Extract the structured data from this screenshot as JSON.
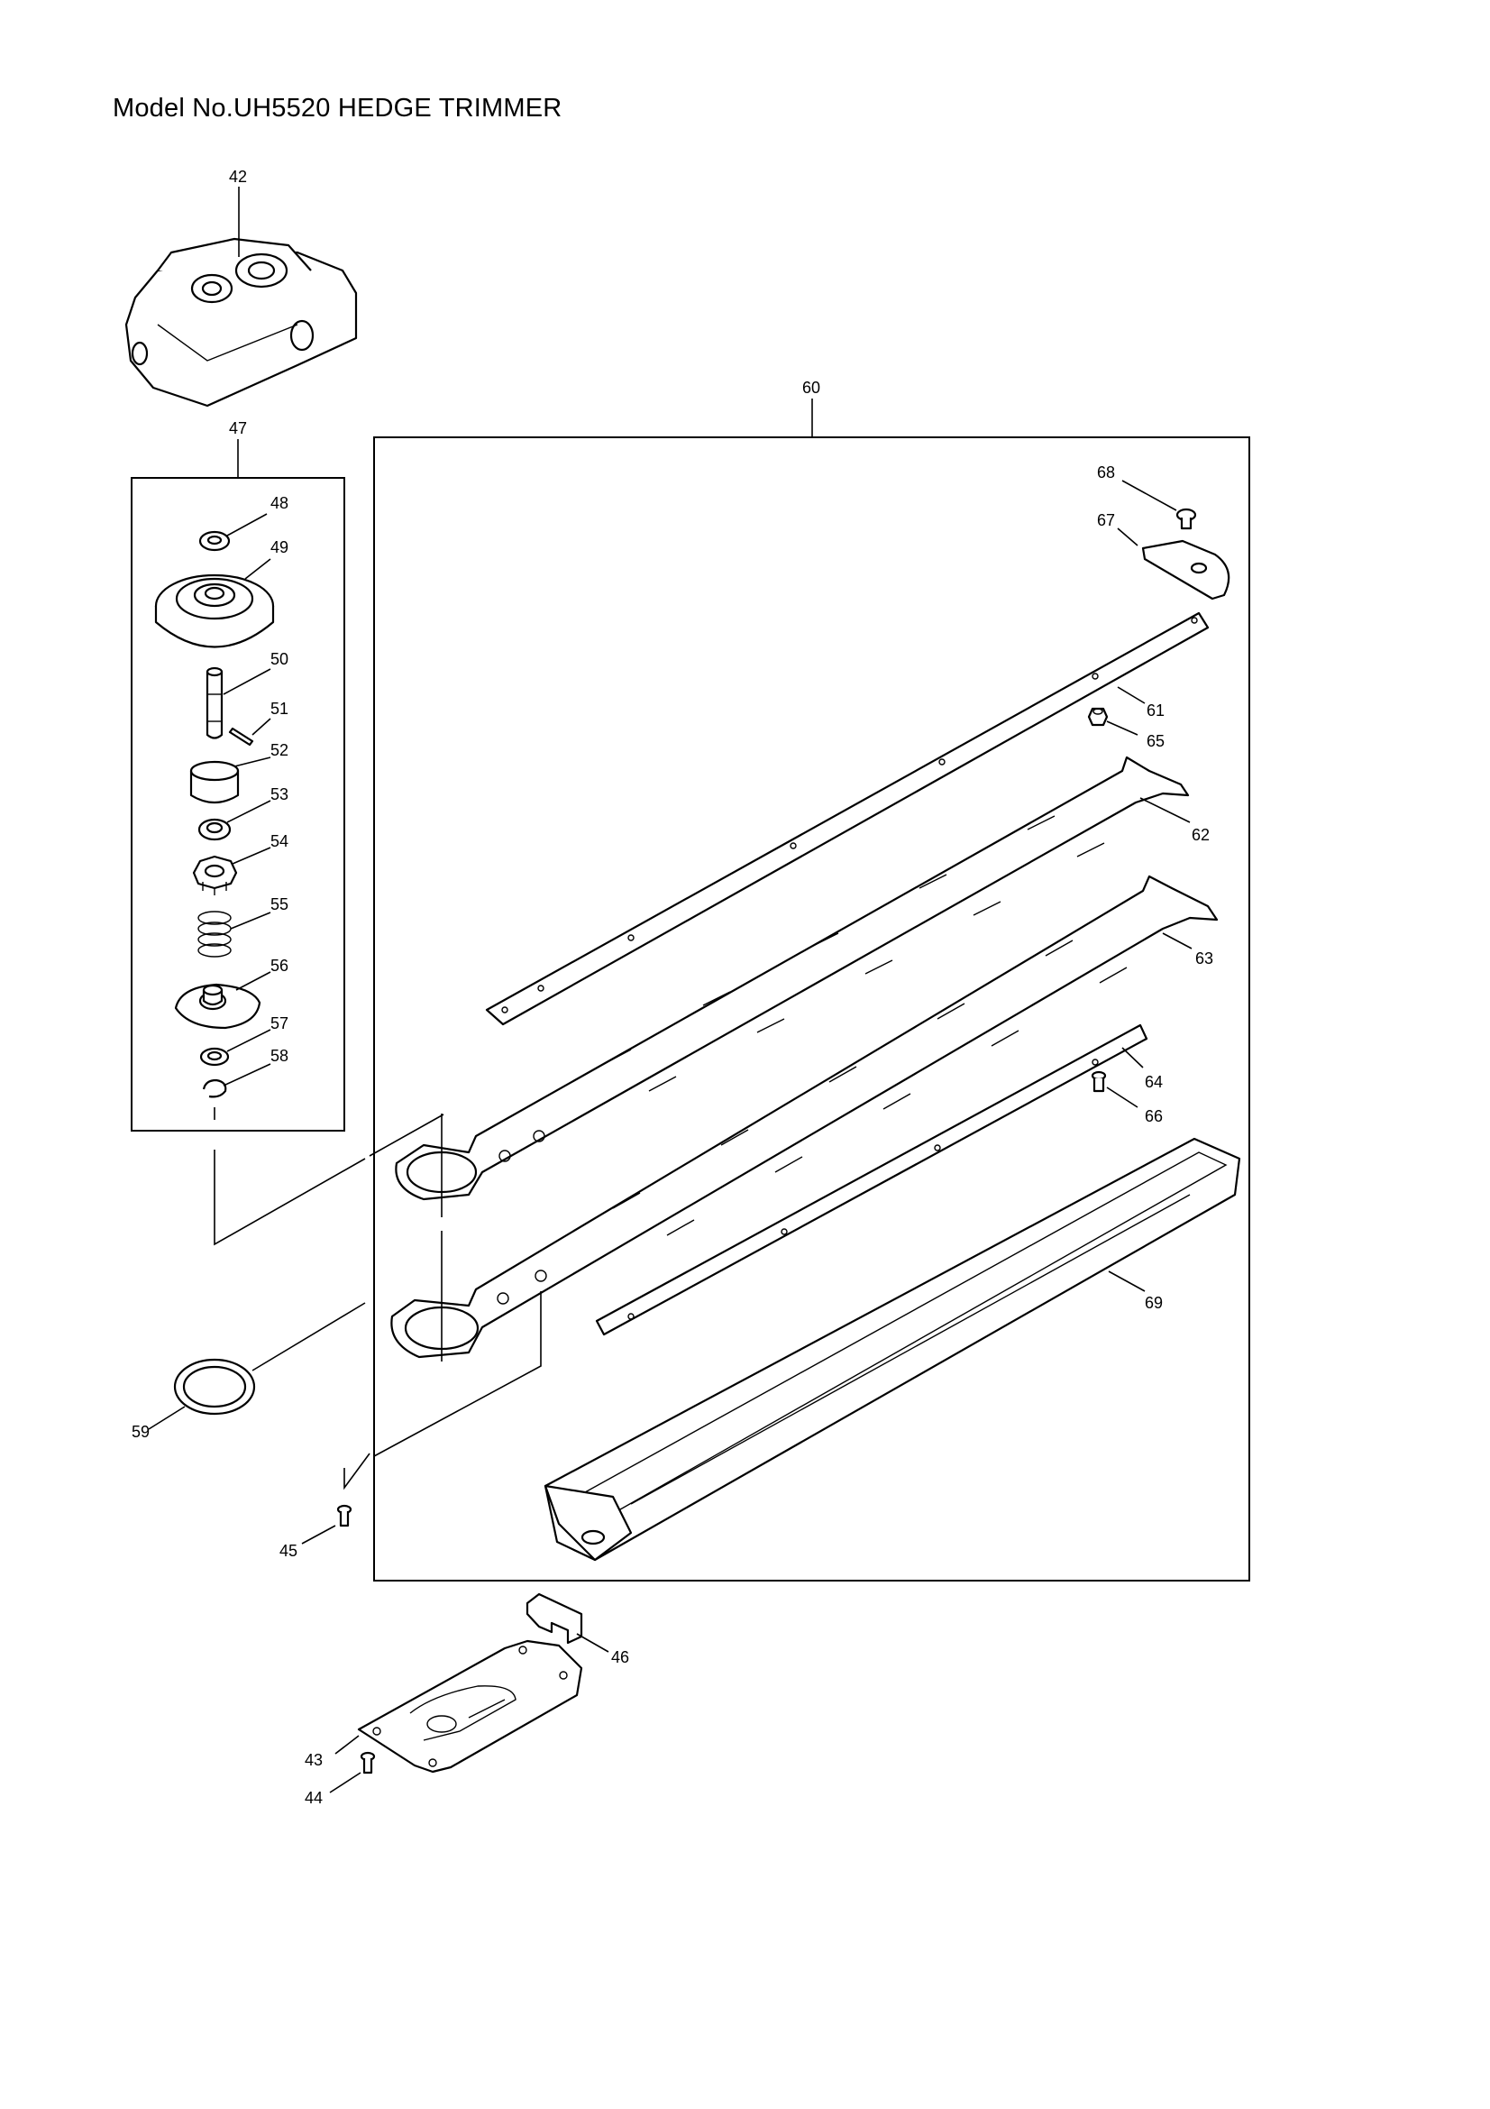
{
  "title": "Model No.UH5520 HEDGE TRIMMER",
  "callouts": {
    "p42": "42",
    "p43": "43",
    "p44": "44",
    "p45": "45",
    "p46": "46",
    "p47": "47",
    "p48": "48",
    "p49": "49",
    "p50": "50",
    "p51": "51",
    "p52": "52",
    "p53": "53",
    "p54": "54",
    "p55": "55",
    "p56": "56",
    "p57": "57",
    "p58": "58",
    "p59": "59",
    "p60": "60",
    "p61": "61",
    "p62": "62",
    "p63": "63",
    "p64": "64",
    "p65": "65",
    "p66": "66",
    "p67": "67",
    "p68": "68",
    "p69": "69"
  }
}
